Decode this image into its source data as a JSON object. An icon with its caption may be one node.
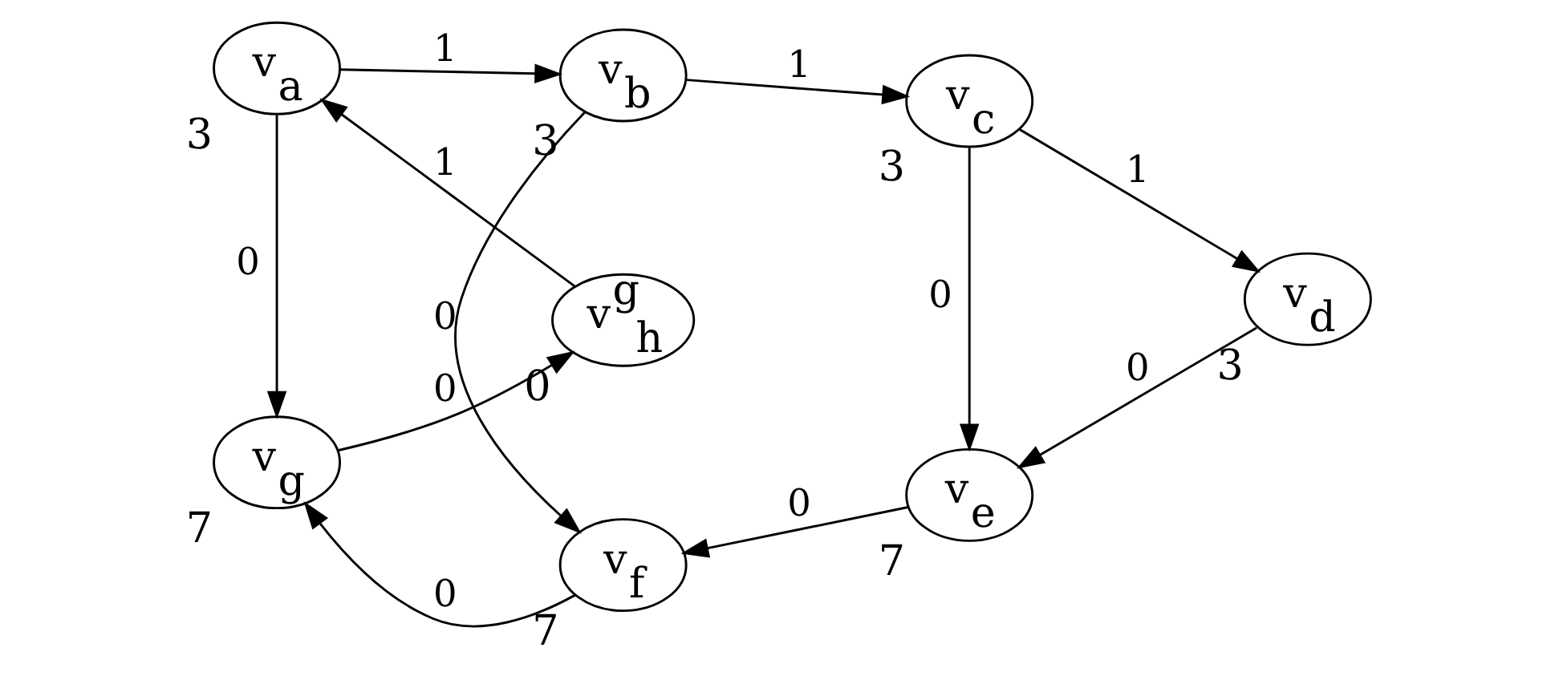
{
  "diagram": {
    "nodes": [
      {
        "text": [
          "v$_{g}$"
        ],
        "beside": [
          "7"
        ]
      },
      {
        "text": [
          "v$_{f}$"
        ],
        "beside": [
          "7"
        ]
      },
      {
        "text": [
          "v$_{e}$"
        ],
        "beside": [
          "7"
        ]
      },
      {
        "text": [
          "v$^{g}$$_{h}$"
        ],
        "beside": [
          "0"
        ]
      },
      {
        "text": [
          "v$_{d}$"
        ],
        "beside": [
          "3"
        ]
      },
      {
        "text": [
          "v$_{a}$"
        ],
        "beside": [
          "3"
        ]
      },
      {
        "text": [
          "v$_{b}$"
        ],
        "beside": [
          "3"
        ]
      },
      {
        "text": [
          "v$_{c}$"
        ],
        "beside": [
          "3"
        ]
      }
    ],
    "edges": [
      {
        "from": 0,
        "to": 3,
        "arrow": "to",
        "label": "0"
      },
      {
        "from": 1,
        "to": 0,
        "arrow": "to",
        "label": "0"
      },
      {
        "from": 2,
        "to": 1,
        "arrow": "to",
        "label": "0"
      },
      {
        "from": 4,
        "to": 2,
        "arrow": "to",
        "label": "0"
      },
      {
        "from": 5,
        "to": 0,
        "arrow": "to",
        "label": "0"
      },
      {
        "from": 6,
        "to": 1,
        "arrow": "to",
        "label": "0"
      },
      {
        "from": 7,
        "to": 2,
        "arrow": "to",
        "label": "0"
      },
      {
        "from": 3,
        "to": 5,
        "arrow": "to",
        "label": "1"
      },
      {
        "from": 5,
        "to": 6,
        "arrow": "to",
        "label": "1"
      },
      {
        "from": 6,
        "to": 7,
        "arrow": "to",
        "label": "1"
      },
      {
        "from": 7,
        "to": 4,
        "arrow": "to",
        "label": "1"
      }
    ]
  }
}
